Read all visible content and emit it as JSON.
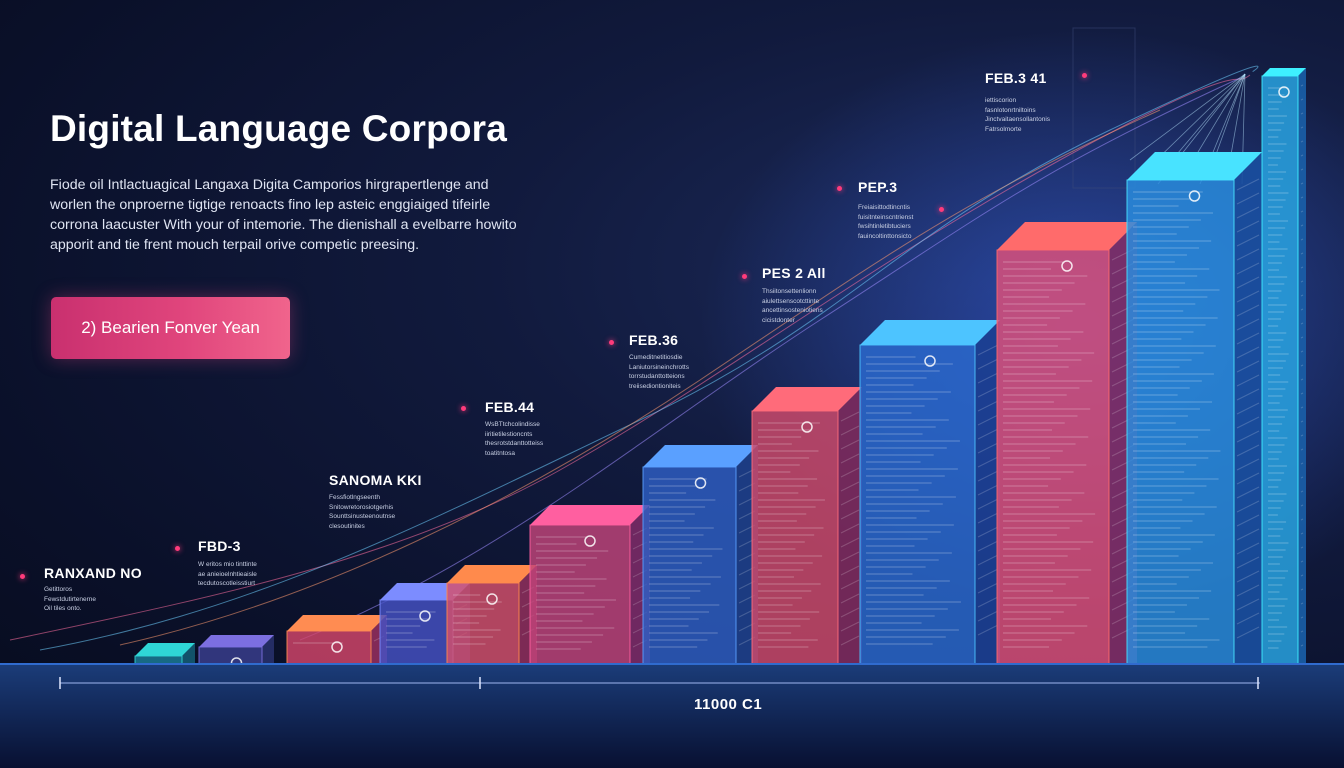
{
  "header": {
    "title": "Digital Language Corpora",
    "description": "Fiode oil Intlactuagical Langaxa Digita Camporios hirgrapertlenge and worlen the onproerne tigtige renoacts fino lep asteic enggiaiged tifeirle corrona laacuster With your of intemorie. The dienishall a evelbarre howito apporit and tie frent mouch terpail orive competic preesing."
  },
  "cta": {
    "label": "2) Bearien Fonver Yean"
  },
  "milestones": [
    {
      "label": "RANXAND NO",
      "lines": [
        "Getittoros",
        "Fewstdutirtenerne",
        "Oil tiles onto."
      ]
    },
    {
      "label": "FBD-3",
      "lines": [
        "W eritos mio tinttinte",
        "ae anieioelnhtieaisle",
        "tecdutoscotleisstiurt"
      ]
    },
    {
      "label": "SANOMA KKI",
      "lines": [
        "Fessfiotlngseenth",
        "Snitowretorosiotgerhis",
        "Sounttsinusteenoutnse",
        "clesoutinites"
      ]
    },
    {
      "label": "FEB.44",
      "lines": [
        "WsBTtchcolindisse",
        "iiritietilestioncnts",
        "thesrotstdanttotteiss",
        "toatitntosa"
      ]
    },
    {
      "label": "FEB.36",
      "lines": [
        "Cumeditnetitiosdie",
        "Laniutorsineinchrotts",
        "torrstudanttotteions",
        "treiisediontioniteis"
      ]
    },
    {
      "label": "PES 2 All",
      "lines": [
        "Thsiitonsettenlionn",
        "aiulettsenscotcttinte",
        "ancettinsosteniotiens",
        "cicistdonter"
      ]
    },
    {
      "label": "PEP.3",
      "lines": [
        "Freiaisittodtincntis",
        "fuisitnteinscntrienst",
        "fwsihtinletibtuciers",
        "fauincoltinttonsicto"
      ]
    },
    {
      "label": "FEB.3 41",
      "lines": [
        "iettiscorion",
        "fasnlotonrtniltoins",
        "Jinctvaitaensollantonis",
        "Fatrsolmorte"
      ]
    }
  ],
  "axis": {
    "caption": "11000 C1"
  },
  "colors": {
    "background": "#0a1029",
    "accent_pink": "#e0457c",
    "accent_cyan": "#39d5ff",
    "dot": "#ff3b7b"
  },
  "icons": [
    "book-icon",
    "laptop-icon",
    "coffee-icon",
    "phone-icon",
    "music-icon",
    "cup-icon",
    "robot-icon",
    "film-icon",
    "rocket-icon",
    "tablet-icon",
    "pen-icon",
    "vinyl-icon",
    "network-icon"
  ]
}
